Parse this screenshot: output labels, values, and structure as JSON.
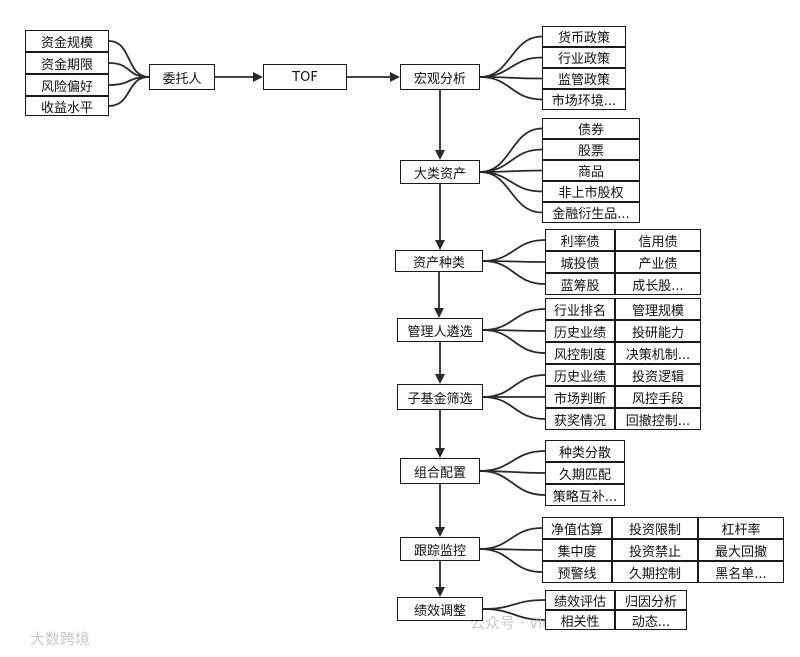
{
  "inputs": [
    "资金规模",
    "资金期限",
    "风险偏好",
    "收益水平"
  ],
  "entrust": "委托人",
  "tof": "TOF",
  "steps": [
    {
      "label": "宏观分析",
      "cells": [
        [
          "货币政策"
        ],
        [
          "行业政策"
        ],
        [
          "监管政策"
        ],
        [
          "市场环境..."
        ]
      ]
    },
    {
      "label": "大类资产",
      "cells": [
        [
          "债券"
        ],
        [
          "股票"
        ],
        [
          "商品"
        ],
        [
          "非上市股权"
        ],
        [
          "金融衍生品..."
        ]
      ]
    },
    {
      "label": "资产种类",
      "cells": [
        [
          "利率债",
          "信用债"
        ],
        [
          "城投债",
          "产业债"
        ],
        [
          "蓝筹股",
          "成长股..."
        ]
      ]
    },
    {
      "label": "管理人遴选",
      "cells": [
        [
          "行业排名",
          "管理规模"
        ],
        [
          "历史业绩",
          "投研能力"
        ],
        [
          "风控制度",
          "决策机制..."
        ]
      ]
    },
    {
      "label": "子基金筛选",
      "cells": [
        [
          "历史业绩",
          "投资逻辑"
        ],
        [
          "市场判断",
          "风控手段"
        ],
        [
          "获奖情况",
          "回撤控制..."
        ]
      ]
    },
    {
      "label": "组合配置",
      "cells": [
        [
          "种类分散"
        ],
        [
          "久期匹配"
        ],
        [
          "策略互补..."
        ]
      ]
    },
    {
      "label": "跟踪监控",
      "cells": [
        [
          "净值估算",
          "投资限制",
          "杠杆率"
        ],
        [
          "集中度",
          "投资禁止",
          "最大回撤"
        ],
        [
          "预警线",
          "久期控制",
          "黑名单..."
        ]
      ]
    },
    {
      "label": "绩效调整",
      "cells": [
        [
          "绩效评估",
          "归因分析"
        ],
        [
          "相关性",
          "动态..."
        ]
      ]
    }
  ],
  "watermarks": {
    "left": "大数跨境",
    "bottom": "公众号 · vic 的财富研究"
  },
  "colors": {
    "line": "#2a2a2a",
    "border": "#1a1a1a"
  }
}
